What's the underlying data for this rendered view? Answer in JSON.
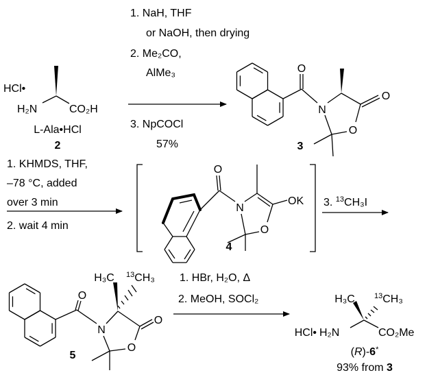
{
  "steps": {
    "step1": {
      "lines": [
        "1. NaH, THF",
        "or NaOH, then drying",
        "2. Me₂CO,",
        "AlMe₃"
      ],
      "below": [
        "3. NpCOCl",
        "57%"
      ]
    },
    "step2": {
      "lines": [
        "1. KHMDS, THF,",
        "–78 °C, added",
        "over 3 min"
      ],
      "below": [
        "2. wait 4 min"
      ]
    },
    "step3": {
      "prefix": "3. ",
      "isotope": "13",
      "reagent": "CH₃I"
    },
    "step4": {
      "lines": [
        "1. HBr, H₂O, Δ",
        "2. MeOH, SOCl₂"
      ]
    }
  },
  "compounds": {
    "c2": {
      "salt": "HCl•",
      "amine": "H₂N",
      "acid": "CO₂H",
      "name": "L-Ala•HCl",
      "label": "2"
    },
    "c3": {
      "o_carbonyl": "O",
      "n": "N",
      "o_lactone": "O",
      "o_ring": "O",
      "label": "3"
    },
    "c4": {
      "o_carbonyl": "O",
      "n": "N",
      "enolate": "OK",
      "o_ring": "O",
      "label": "4"
    },
    "c5": {
      "o_carbonyl": "O",
      "n": "N",
      "o_lactone": "O",
      "o_ring": "O",
      "methyl": "H₃C",
      "isotope": "13",
      "labeled_methyl": "CH₃",
      "label": "5"
    },
    "c6": {
      "salt": "HCl•",
      "amine": "H₂N",
      "ester": "CO₂Me",
      "methyl": "H₃C",
      "isotope": "13",
      "labeled_methyl": "CH₃",
      "prefix": "(",
      "stereo": "R",
      "mid": ")-",
      "label": "6",
      "suffix": "*",
      "yield": "93% from ",
      "yield_ref": "3"
    }
  }
}
